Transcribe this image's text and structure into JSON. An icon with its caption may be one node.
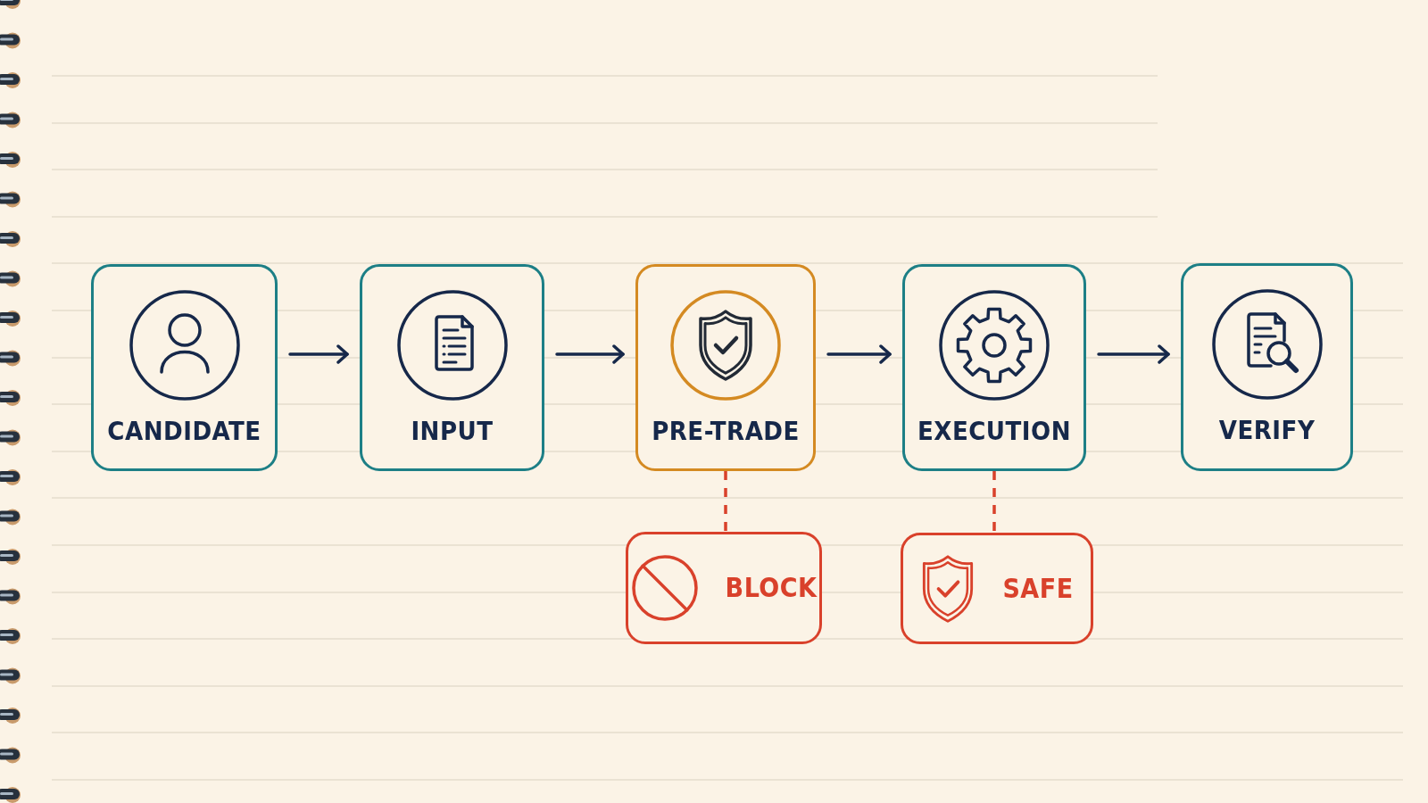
{
  "diagram": {
    "nodes": [
      {
        "text": [
          "CANDIDATE"
        ]
      },
      {
        "text": [
          "INPUT"
        ]
      },
      {
        "text": [
          "PRE-TRADE"
        ]
      },
      {
        "text": [
          "EXECUTION"
        ]
      },
      {
        "text": [
          "VERIFY"
        ]
      },
      {
        "text": [
          "BLOCK"
        ]
      },
      {
        "text": [
          "SAFE"
        ]
      }
    ],
    "edges": [
      {
        "from": 0,
        "to": 1,
        "arrow": "to"
      },
      {
        "from": 1,
        "to": 2,
        "arrow": "to"
      },
      {
        "from": 2,
        "to": 3,
        "arrow": "to"
      },
      {
        "from": 3,
        "to": 4,
        "arrow": "to"
      },
      {
        "from": 2,
        "to": 5,
        "arrow": "none",
        "style": "dashed",
        "color": "#d9412b"
      },
      {
        "from": 3,
        "to": 6,
        "arrow": "none",
        "style": "dashed",
        "color": "#d9412b"
      }
    ]
  }
}
